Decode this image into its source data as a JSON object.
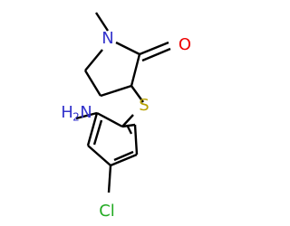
{
  "molecule": {
    "atoms": {
      "nitrogen_ring": {
        "label": "N",
        "color": "#3333cc"
      },
      "carbonyl_oxygen": {
        "label": "O",
        "color": "#ee0000"
      },
      "sulfur": {
        "label": "S",
        "color": "#b8a200"
      },
      "amino": {
        "label": "H",
        "sub": "2",
        "suffix": "N",
        "color": "#3333cc"
      },
      "chlorine": {
        "label": "Cl",
        "color": "#22aa22"
      }
    }
  }
}
